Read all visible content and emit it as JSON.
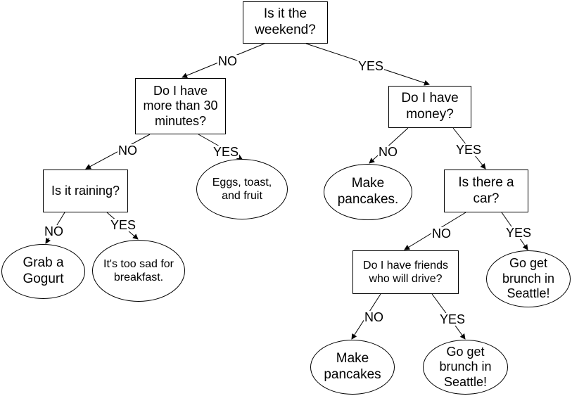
{
  "nodes": {
    "root": "Is it the\nweekend?",
    "time": "Do I have\nmore than 30\nminutes?",
    "money": "Do I have\nmoney?",
    "raining": "Is it raining?",
    "eggs": "Eggs, toast,\nand fruit",
    "make_pancakes_1": "Make\npancakes.",
    "car": "Is there a\ncar?",
    "gogurt": "Grab a\nGogurt",
    "sad": "It's too sad for\nbreakfast.",
    "friends": "Do I have friends\nwho will drive?",
    "brunch_1": "Go get\nbrunch in\nSeattle!",
    "make_pancakes_2": "Make\npancakes",
    "brunch_2": "Go get\nbrunch in\nSeattle!"
  },
  "edges": {
    "root_time": "NO",
    "root_money": "YES",
    "time_raining": "NO",
    "time_eggs": "YES",
    "money_pancakes": "NO",
    "money_car": "YES",
    "raining_gogurt": "NO",
    "raining_sad": "YES",
    "car_friends": "NO",
    "car_brunch": "YES",
    "friends_pancakes": "NO",
    "friends_brunch": "YES"
  }
}
